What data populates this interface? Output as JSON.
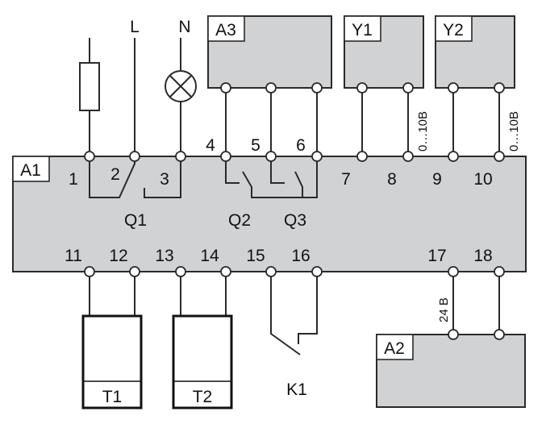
{
  "diagram": {
    "type": "wiring-schematic",
    "controller": {
      "tag": "A1",
      "top_terminals": [
        "1",
        "2",
        "3",
        "4",
        "5",
        "6",
        "7",
        "8",
        "9",
        "10"
      ],
      "bottom_terminals": [
        "11",
        "12",
        "13",
        "14",
        "15",
        "16",
        "17",
        "18"
      ],
      "relays": [
        {
          "tag": "Q1",
          "kind": "changeover",
          "terminals": [
            "1",
            "2",
            "3"
          ]
        },
        {
          "tag": "Q2",
          "kind": "normally-open",
          "terminals": [
            "4",
            "6"
          ]
        },
        {
          "tag": "Q3",
          "kind": "normally-open",
          "terminals": [
            "5",
            "6"
          ]
        }
      ]
    },
    "supply": {
      "line": "L",
      "neutral": "N"
    },
    "loads": {
      "resistor": {
        "symbol": "resistor",
        "connected_to": "1"
      },
      "lamp": {
        "symbol": "lamp",
        "connected_to": "3"
      }
    },
    "devices": {
      "a3": {
        "tag": "A3",
        "connected_to": [
          "4",
          "5",
          "6"
        ]
      },
      "y1": {
        "tag": "Y1",
        "connected_to": [
          "7",
          "8"
        ],
        "signal_label": "0…10В"
      },
      "y2": {
        "tag": "Y2",
        "connected_to": [
          "9",
          "10"
        ],
        "signal_label": "0…10В"
      },
      "a2": {
        "tag": "A2",
        "connected_to": [
          "17",
          "18"
        ],
        "voltage_label": "24 В"
      },
      "t1": {
        "tag": "T1",
        "connected_to": [
          "11",
          "12"
        ]
      },
      "t2": {
        "tag": "T2",
        "connected_to": [
          "13",
          "14"
        ]
      },
      "k1": {
        "tag": "K1",
        "connected_to": [
          "15",
          "16"
        ]
      }
    }
  }
}
